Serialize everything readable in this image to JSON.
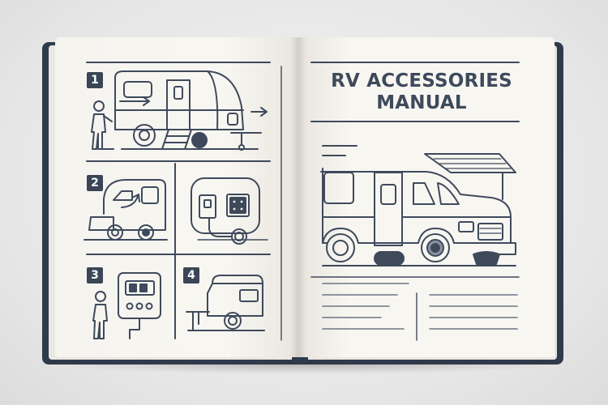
{
  "manual": {
    "title_line1": "RV ACCESSORIES",
    "title_line2": "MANUAL"
  },
  "steps": [
    {
      "number": "1"
    },
    {
      "number": "2"
    },
    {
      "number": "3"
    },
    {
      "number": "4"
    }
  ],
  "colors": {
    "ink": "#3e4a5c",
    "cover": "#2f3a4a",
    "paper": "#f7f5f0"
  }
}
